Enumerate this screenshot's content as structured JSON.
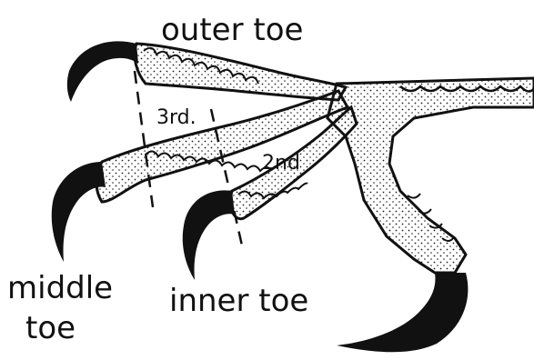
{
  "labels": {
    "outer": "outer toe",
    "middle_line1": "middle",
    "middle_line2": "toe",
    "inner": "inner toe",
    "third": "3rd.",
    "second": "2nd"
  }
}
